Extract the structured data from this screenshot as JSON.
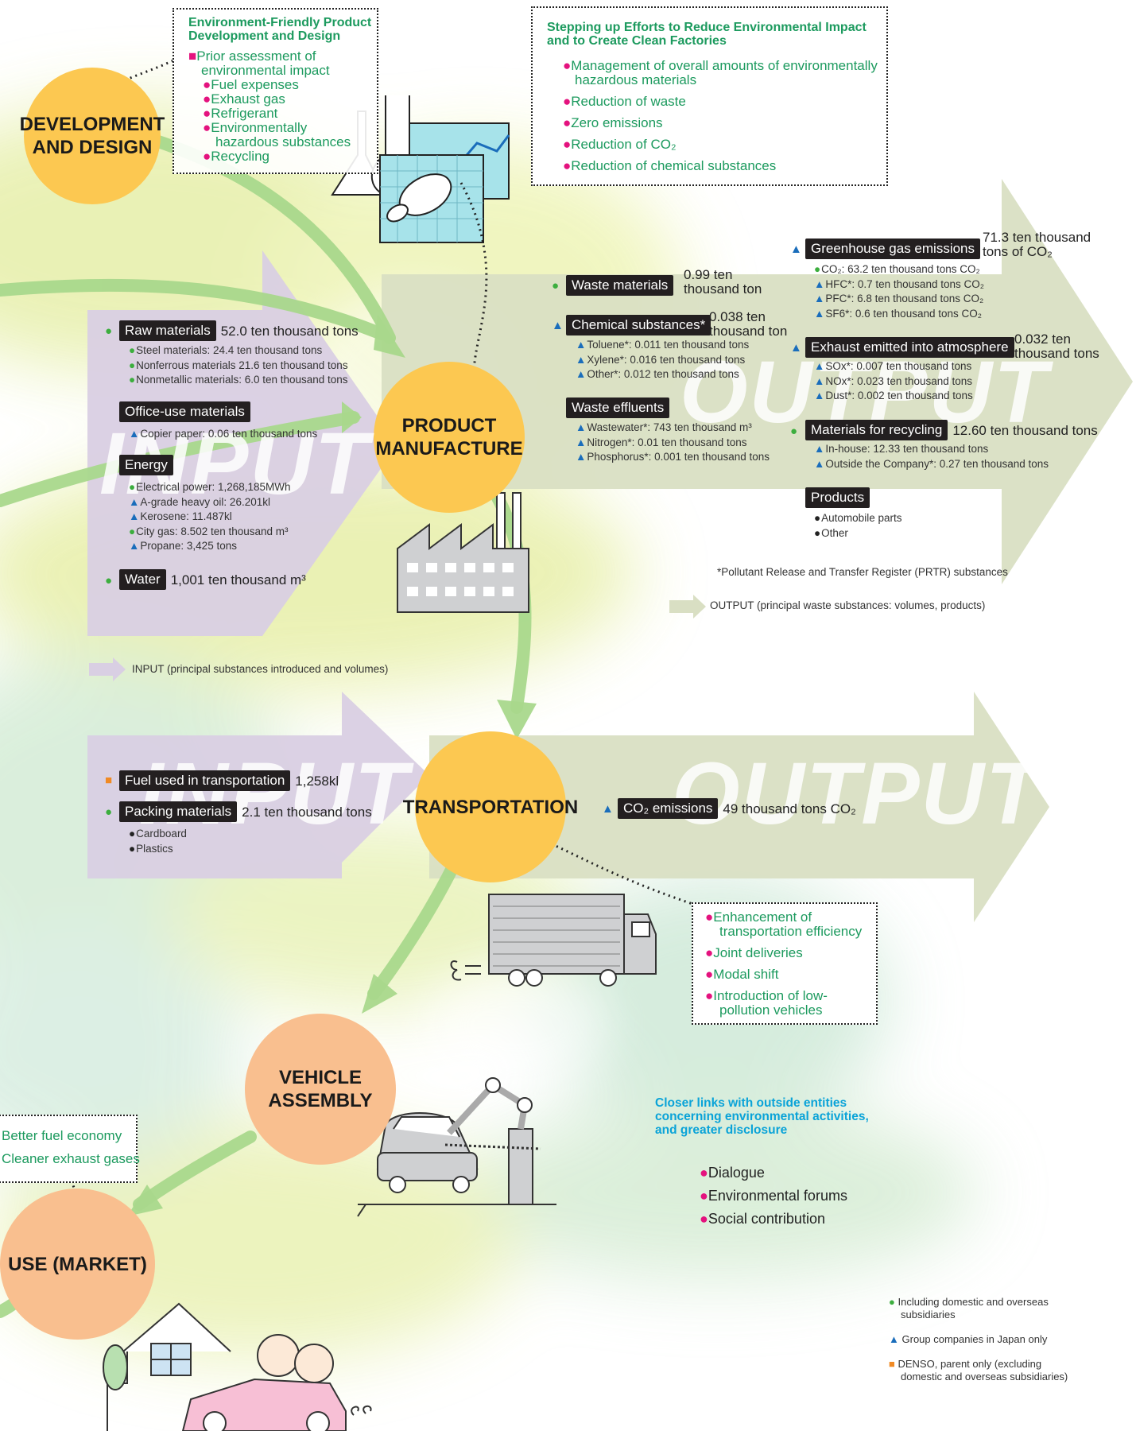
{
  "colors": {
    "green_bullet": "#3cae3e",
    "blue_triangle": "#1a6dbb",
    "orange_square": "#f08a24",
    "pink_bullet": "#e4127e",
    "teal_text": "#1c9a5e",
    "circle_yellow": "#fcc851",
    "circle_peach": "#f9bf8f",
    "input_arrow": "#d9cfe3",
    "output_arrow": "#d9dfc3",
    "flow_arrow": "#a9d88c"
  },
  "circles": {
    "development": "DEVELOPMENT\nAND DESIGN",
    "manufacture": "PRODUCT\nMANUFACTURE",
    "transportation": "TRANSPORTATION",
    "vehicle": "VEHICLE\nASSEMBLY",
    "use": "USE (MARKET)"
  },
  "big_words": {
    "input": "INPUT",
    "output": "OUTPUT"
  },
  "design_box": {
    "title1": "Environment-Friendly Product",
    "title2": "Development and Design",
    "item_head1": "Prior assessment of",
    "item_head2": "environmental impact",
    "items": [
      "Fuel expenses",
      "Exhaust gas",
      "Refrigerant",
      "Environmentally",
      "hazardous substances",
      "Recycling"
    ]
  },
  "factory_box": {
    "title1": "Stepping up Efforts to Reduce Environmental Impact",
    "title2": "and to Create Clean Factories",
    "items": [
      "Management of overall amounts of environmentally",
      "hazardous materials",
      "Reduction of waste",
      "Zero emissions",
      "Reduction of CO₂",
      "Reduction of chemical substances"
    ]
  },
  "mfg_input": {
    "raw": {
      "label": "Raw materials",
      "amount": "52.0 ten thousand tons",
      "subs": [
        "Steel materials: 24.4 ten thousand tons",
        "Nonferrous materials 21.6 ten thousand tons",
        "Nonmetallic materials: 6.0 ten thousand tons"
      ]
    },
    "office": {
      "label": "Office-use materials",
      "subs": [
        "Copier paper: 0.06 ten thousand tons"
      ]
    },
    "energy": {
      "label": "Energy",
      "subs": [
        "Electrical power: 1,268,185MWh",
        "A-grade heavy oil: 26.201kl",
        "Kerosene: 11.487kl",
        "City gas: 8.502 ten thousand m³",
        "Propane: 3,425 tons"
      ]
    },
    "water": {
      "label": "Water",
      "amount": "1,001 ten thousand m³"
    }
  },
  "mfg_output": {
    "waste": {
      "label": "Waste materials",
      "amount1": "0.99 ten",
      "amount2": "thousand ton"
    },
    "chem": {
      "label": "Chemical substances*",
      "amount1": "0.038 ten",
      "amount2": "thousand ton",
      "subs": [
        "Toluene*: 0.011 ten thousand tons",
        "Xylene*: 0.016 ten thousand tons",
        "Other*: 0.012 ten thousand tons"
      ]
    },
    "effluent": {
      "label": "Waste effluents",
      "subs": [
        "Wastewater*: 743 ten thousand m³",
        "Nitrogen*: 0.01 ten thousand tons",
        "Phosphorus*: 0.001 ten thousand tons"
      ]
    },
    "ghg": {
      "label": "Greenhouse gas emissions",
      "amount1": "71.3 ten thousand",
      "amount2": "tons of CO₂",
      "subs": [
        "CO₂: 63.2 ten thousand tons CO₂",
        "HFC*: 0.7 ten thousand tons CO₂",
        "PFC*: 6.8 ten thousand tons CO₂",
        "SF6*: 0.6 ten thousand tons CO₂"
      ]
    },
    "exhaust": {
      "label": "Exhaust emitted into atmosphere",
      "amount1": "0.032 ten",
      "amount2": "thousand tons",
      "subs": [
        "SOx*: 0.007 ten thousand tons",
        "NOx*: 0.023 ten thousand tons",
        "Dust*: 0.002 ten thousand tons"
      ]
    },
    "recycling": {
      "label": "Materials for recycling",
      "amount": "12.60 ten thousand tons",
      "subs": [
        "In-house: 12.33 ten thousand tons",
        "Outside the Company*: 0.27 ten thousand tons"
      ]
    },
    "products": {
      "label": "Products",
      "subs": [
        "Automobile parts",
        "Other"
      ]
    }
  },
  "pr_note": "*Pollutant Release and Transfer Register (PRTR) substances",
  "output_legend": "OUTPUT (principal waste substances: volumes, products)",
  "input_legend": "INPUT (principal substances introduced and volumes)",
  "transport_input": {
    "fuel": {
      "label": "Fuel used in transportation",
      "amount": "1,258kl"
    },
    "packing": {
      "label": "Packing materials",
      "amount": "2.1 ten thousand tons",
      "subs": [
        "Cardboard",
        "Plastics"
      ]
    }
  },
  "transport_output": {
    "label": "CO₂ emissions",
    "amount": "49 thousand tons CO₂"
  },
  "transport_box": {
    "items": [
      "Enhancement of",
      "transportation efficiency",
      "Joint deliveries",
      "Modal shift",
      "Introduction of low-",
      "pollution vehicles"
    ]
  },
  "use_box": {
    "items": [
      "Better fuel economy",
      "Cleaner exhaust gases"
    ]
  },
  "external": {
    "title1": "Closer links with outside entities",
    "title2": "concerning environmental activities,",
    "title3": "and greater disclosure",
    "items": [
      "Dialogue",
      "Environmental forums",
      "Social contribution"
    ]
  },
  "legend": {
    "green": [
      "Including domestic and overseas",
      "subsidiaries"
    ],
    "blue": "Group companies in Japan only",
    "orange": [
      "DENSO, parent only (excluding",
      "domestic and overseas subsidiaries)"
    ]
  }
}
